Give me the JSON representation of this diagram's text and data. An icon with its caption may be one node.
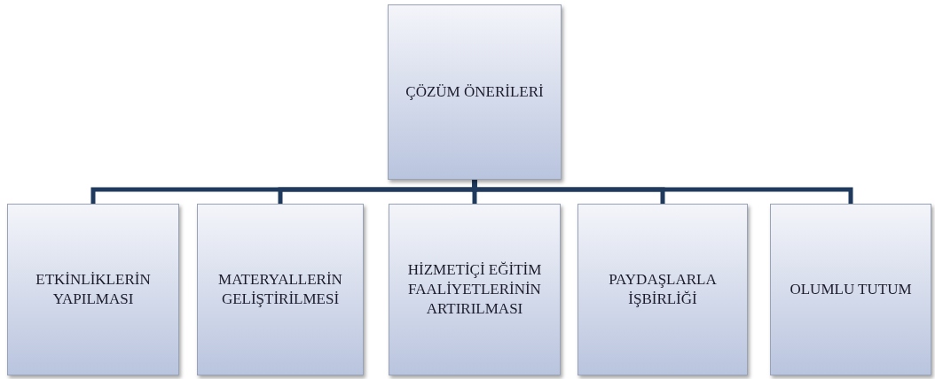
{
  "diagram": {
    "nodes": [
      {
        "text": [
          "ÇÖZÜM ÖNERİLERİ"
        ]
      },
      {
        "text": [
          "ETKİNLİKLERİN YAPILMASI"
        ]
      },
      {
        "text": [
          "MATERYALLERİN GELİŞTİRİLMESİ"
        ]
      },
      {
        "text": [
          "HİZMETİÇİ EĞİTİM FAALİYETLERİNİN ARTIRILMASI"
        ]
      },
      {
        "text": [
          "PAYDAŞLARLA İŞBİRLİĞİ"
        ]
      },
      {
        "text": [
          "OLUMLU TUTUM"
        ]
      }
    ],
    "edges": [
      {
        "from": 0,
        "to": 1,
        "arrow": "none"
      },
      {
        "from": 0,
        "to": 2,
        "arrow": "none"
      },
      {
        "from": 0,
        "to": 3,
        "arrow": "none"
      },
      {
        "from": 0,
        "to": 4,
        "arrow": "none"
      },
      {
        "from": 0,
        "to": 5,
        "arrow": "none"
      }
    ]
  }
}
